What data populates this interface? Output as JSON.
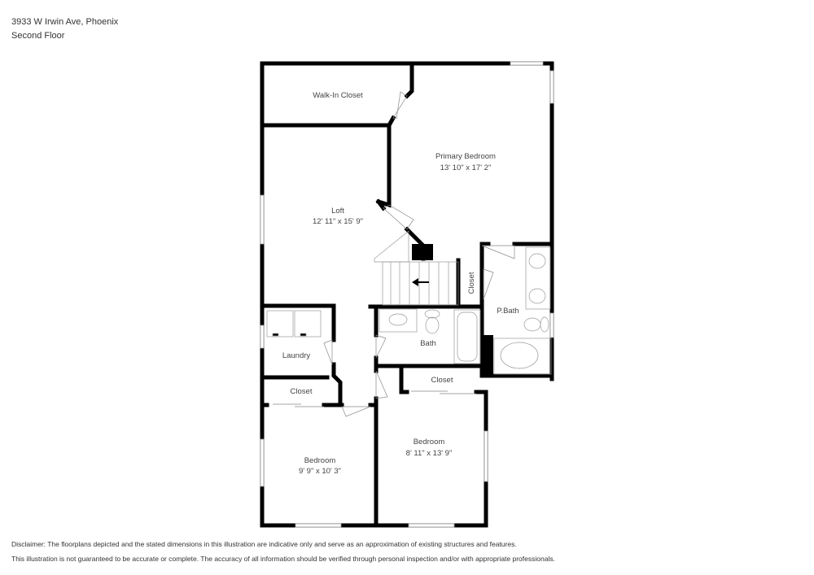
{
  "header": {
    "address": "3933 W Irwin Ave, Phoenix",
    "floor": "Second Floor"
  },
  "rooms": {
    "walk_in_closet": {
      "name": "Walk-In Closet"
    },
    "primary_bedroom": {
      "name": "Primary Bedroom",
      "dims": "13' 10\" x 17' 2\""
    },
    "loft": {
      "name": "Loft",
      "dims": "12' 11\" x 15' 9\""
    },
    "closet_stairs": {
      "name": "Closet"
    },
    "pbath": {
      "name": "P.Bath"
    },
    "laundry": {
      "name": "Laundry"
    },
    "bath": {
      "name": "Bath"
    },
    "closet_left": {
      "name": "Closet"
    },
    "closet_right": {
      "name": "Closet"
    },
    "bedroom_left": {
      "name": "Bedroom",
      "dims": "9' 9\" x 10' 3\""
    },
    "bedroom_right": {
      "name": "Bedroom",
      "dims": "8' 11\" x 13' 9\""
    }
  },
  "disclaimer": {
    "line1": "Disclaimer: The floorplans depicted and the stated dimensions in this illustration are indicative only and serve as an approximation of existing structures and features.",
    "line2": "This illustration is not guaranteed to be accurate or complete. The accuracy of all information should be verified through personal inspection and/or with appropriate professionals."
  }
}
